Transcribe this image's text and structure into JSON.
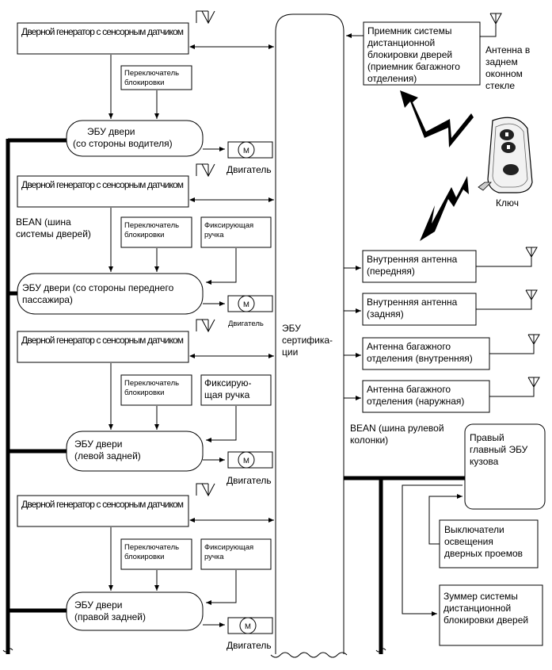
{
  "door_generator": "Дверной генератор с сенсорным датчиком",
  "lock_switch": [
    "Переключатель",
    "блокировки"
  ],
  "fixing_handle": [
    "Фиксирующая",
    "ручка"
  ],
  "fixing_handle_split": [
    "Фиксирую-",
    "щая ручка"
  ],
  "motor_letter": "M",
  "motor_label": "Двигатель",
  "ecu_driver": [
    "ЭБУ двери",
    "(со стороны водителя)"
  ],
  "ecu_passenger": [
    "ЭБУ двери (со стороны переднего",
    "пассажира)"
  ],
  "ecu_left_rear": [
    "ЭБУ двери",
    "(левой задней)"
  ],
  "ecu_right_rear": [
    "ЭБУ двери",
    "(правой задней)"
  ],
  "bean_door": [
    "BEAN (шина",
    "системы дверей)"
  ],
  "cert_ecu": [
    "ЭБУ",
    "сертифика-",
    "ции"
  ],
  "receiver": [
    "Приемник системы",
    "дистанционной",
    "блокировки дверей",
    "(приемник багажного",
    "отделения)"
  ],
  "rear_antenna": [
    "Антенна в",
    "заднем",
    "оконном",
    "стекле"
  ],
  "key_label": "Ключ",
  "ant_front": [
    "Внутренняя антенна",
    "(передняя)"
  ],
  "ant_rear": [
    "Внутренняя антенна",
    "(задняя)"
  ],
  "ant_trunk_in": [
    "Антенна багажного",
    "отделения (внутренняя)"
  ],
  "ant_trunk_out": [
    "Антенна багажного",
    "отделения (наружная)"
  ],
  "bean_steering": [
    "BEAN (шина рулевой",
    "колонки)"
  ],
  "body_ecu": [
    "Правый",
    "главный ЭБУ",
    "кузова"
  ],
  "courtesy": [
    "Выключатели",
    "освещения",
    "дверных проемов"
  ],
  "buzzer": [
    "Зуммер системы",
    "дистанционной",
    "блокировки дверей"
  ]
}
